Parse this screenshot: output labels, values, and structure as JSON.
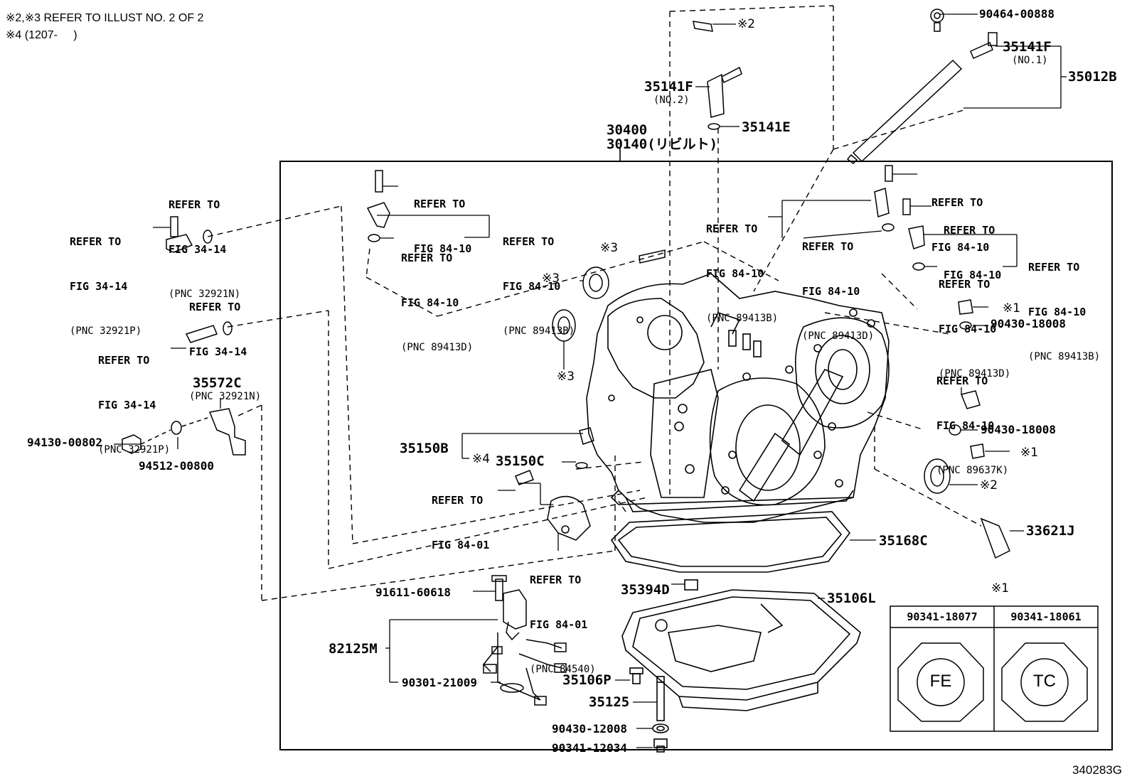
{
  "notes": {
    "line1": "※2,※3 REFER TO ILLUST NO. 2 OF 2",
    "line2": "※4 (1207-     )"
  },
  "assembly": {
    "part1": "30400",
    "part2": "30140(リビルト)"
  },
  "top_parts": {
    "bolt_mark": "※2",
    "p35141F_no2": "35141F",
    "no2": "(NO.2)",
    "p35141E": "35141E",
    "p90464": "90464-00888",
    "p35141F_no1": "35141F",
    "no1": "(NO.1)",
    "p35012B": "35012B"
  },
  "left_refs": {
    "r1": {
      "l1": "REFER TO",
      "l2": "FIG 34-14",
      "l3": "(PNC 32921N)"
    },
    "r2": {
      "l1": "REFER TO",
      "l2": "FIG 34-14",
      "l3": "(PNC 32921P)"
    },
    "r3": {
      "l1": "REFER TO",
      "l2": "FIG 34-14",
      "l3": "(PNC 32921N)"
    },
    "r4": {
      "l1": "REFER TO",
      "l2": "FIG 34-14",
      "l3": "(PNC 32921P)"
    }
  },
  "sensor_refs": {
    "a": {
      "l1": "REFER TO",
      "l2": "FIG 84-10"
    },
    "b": {
      "l1": "REFER TO",
      "l2": "FIG 84-10",
      "l3": "(PNC 89413B)"
    },
    "c": {
      "l1": "REFER TO",
      "l2": "FIG 84-10",
      "l3": "(PNC 89413D)"
    },
    "d": {
      "l1": "REFER TO",
      "l2": "FIG 84-10",
      "l3": "(PNC 89413B)"
    },
    "e": {
      "l1": "REFER TO",
      "l2": "FIG 84-10",
      "l3": "(PNC 89413D)"
    },
    "f": {
      "l1": "REFER TO",
      "l2": "FIG 84-10"
    },
    "g": {
      "l1": "REFER TO",
      "l2": "FIG 84-10"
    },
    "h": {
      "l1": "REFER TO",
      "l2": "FIG 84-10",
      "l3": "(PNC 89413B)"
    },
    "i": {
      "l1": "REFER TO",
      "l2": "FIG 84-10",
      "l3": "(PNC 89413D)"
    },
    "j": {
      "l1": "REFER TO",
      "l2": "FIG 84-10",
      "l3": "(PNC 89637K)"
    },
    "k": {
      "l1": "REFER TO",
      "l2": "FIG 84-01"
    },
    "l": {
      "l1": "REFER TO",
      "l2": "FIG 84-01",
      "l3": "(PNC 84540)"
    }
  },
  "marks": {
    "m3a": "※3",
    "m3b": "※3",
    "m3c": "※3",
    "m1a": "※1",
    "m1b": "※1",
    "m2": "※2",
    "m4": "※4",
    "m1table": "※1"
  },
  "parts": {
    "p35572C": "35572C",
    "p94130": "94130-00802",
    "p94512": "94512-00800",
    "p35150B": "35150B",
    "p35150C": "35150C",
    "p90430_18008a": "90430-18008",
    "p90430_18008b": "90430-18008",
    "p33621J": "33621J",
    "p35168C": "35168C",
    "p91611": "91611-60618",
    "p35394D": "35394D",
    "p35106L": "35106L",
    "p82125M": "82125M",
    "p90301": "90301-21009",
    "p35106P": "35106P",
    "p35125": "35125",
    "p90430_12008": "90430-12008",
    "p90341_12034": "90341-12034"
  },
  "table": {
    "col1": "90341-18077",
    "col2": "90341-18061",
    "cap1": "FE",
    "cap2": "TC"
  },
  "figure_code": "340283G"
}
